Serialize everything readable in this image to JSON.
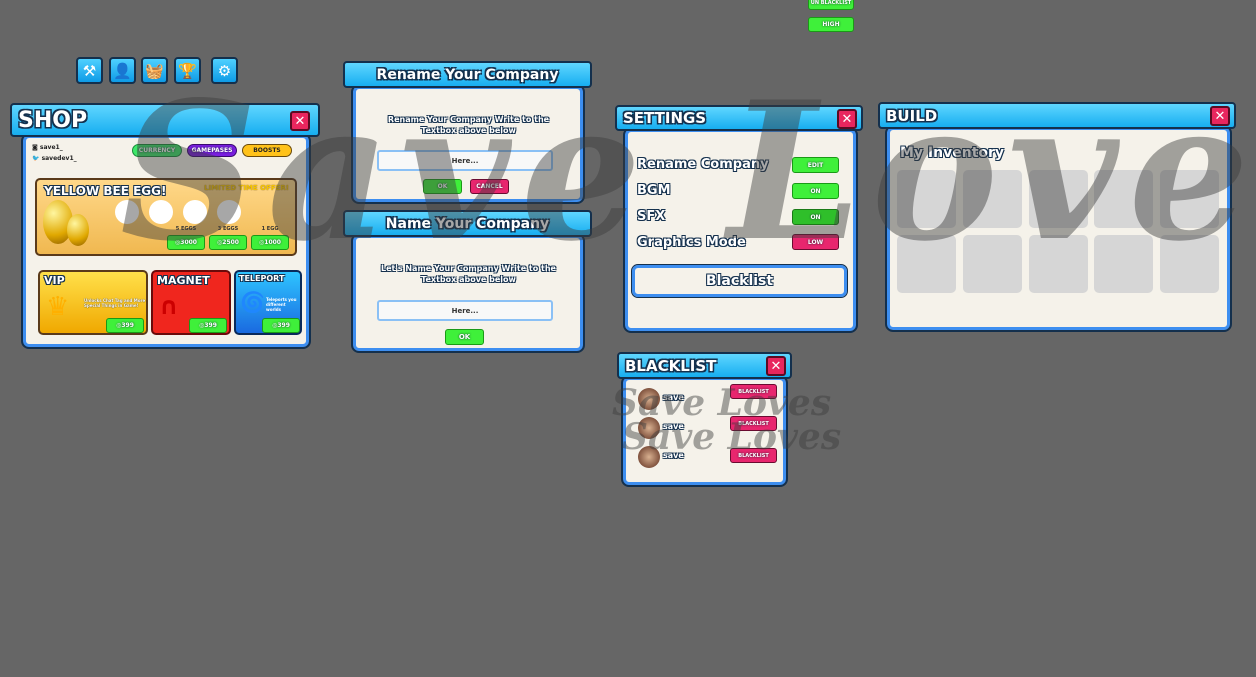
{
  "toolbar": {
    "icons": [
      "hammer-icon",
      "user-icon",
      "basket-icon",
      "trophy-icon",
      "gear-icon"
    ]
  },
  "floating": {
    "unblacklist": "UN BLACKLIST",
    "high": "HIGH"
  },
  "shop": {
    "title": "SHOP",
    "discord": "save1_",
    "twitter": "savedev1_",
    "tabs": [
      "CURRENCY",
      "GAMEPASES",
      "BOOSTS"
    ],
    "egg": {
      "title": "YELLOW BEE EGG!",
      "offer": "LIMITED TIME OFFER!",
      "options": [
        {
          "label": "5 EGGS",
          "price": "3000"
        },
        {
          "label": "3 EGGS",
          "price": "2500"
        },
        {
          "label": "1 EGG",
          "price": "1000"
        }
      ]
    },
    "passes": [
      {
        "title": "VIP",
        "desc": "Unlocks Chat Tag and More Special Things in Game!",
        "price": "399"
      },
      {
        "title": "MAGNET",
        "desc": "",
        "price": "399"
      },
      {
        "title": "TELEPORT",
        "desc": "Teleports you different worlds",
        "price": "399"
      }
    ]
  },
  "rename": {
    "title": "Rename Your Company",
    "message": "Rename Your Company Write to the Textbox above below",
    "placeholder": "Here...",
    "ok": "OK",
    "cancel": "CANCEL"
  },
  "name": {
    "title": "Name Your Company",
    "message": "Let's Name Your Company Write to the Textbox above below",
    "placeholder": "Here...",
    "ok": "OK"
  },
  "settings": {
    "title": "SETTINGS",
    "rows": [
      {
        "label": "Rename Company",
        "button": "EDIT"
      },
      {
        "label": "BGM",
        "button": "ON"
      },
      {
        "label": "SFX",
        "button": "ON"
      },
      {
        "label": "Graphics Mode",
        "button": "LOW"
      }
    ],
    "blacklist": "Blacklist"
  },
  "build": {
    "title": "BUILD",
    "inventory": "My Inventory"
  },
  "blacklist": {
    "title": "BLACKLIST",
    "rows": [
      {
        "name": "save",
        "button": "BLACKLIST"
      },
      {
        "name": "save",
        "button": "BLACKLIST"
      },
      {
        "name": "save",
        "button": "BLACKLIST"
      }
    ]
  },
  "watermark": "Save Loves",
  "colors": {
    "header": "#17aef0",
    "green": "#3ff03a",
    "pink": "#e8266e",
    "panel": "#f5f2ea",
    "background": "#666666"
  }
}
